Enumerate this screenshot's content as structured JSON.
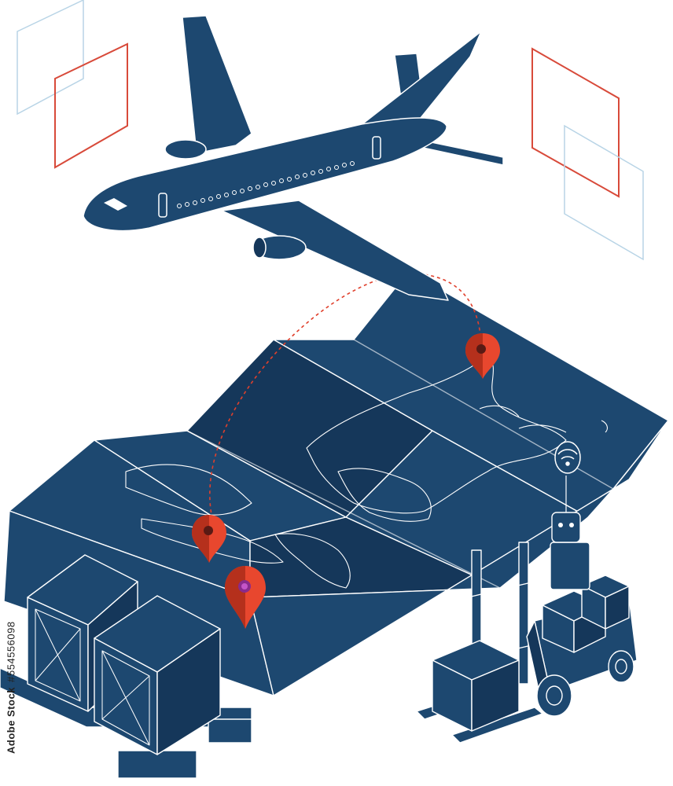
{
  "image": {
    "subject": "isometric-logistics-illustration",
    "palette": {
      "navy": "#1d4870",
      "navy_dark": "#15375a",
      "outline": "#ffffff",
      "pin_red": "#e8472e",
      "pin_dark": "#b5301c",
      "pin_center_purple": "#8a2a8c",
      "route": "#e0402c",
      "frame_red": "#d84a3a",
      "frame_blue": "#b8d4e6"
    },
    "icons": [
      "airplane-icon",
      "world-map-icon",
      "location-pin-icon",
      "cargo-crate-icon",
      "forklift-icon",
      "robot-icon",
      "wifi-signal-icon"
    ]
  },
  "watermark": {
    "brand": "Adobe Stock",
    "id_prefix": "#",
    "id_number": "554556098"
  }
}
